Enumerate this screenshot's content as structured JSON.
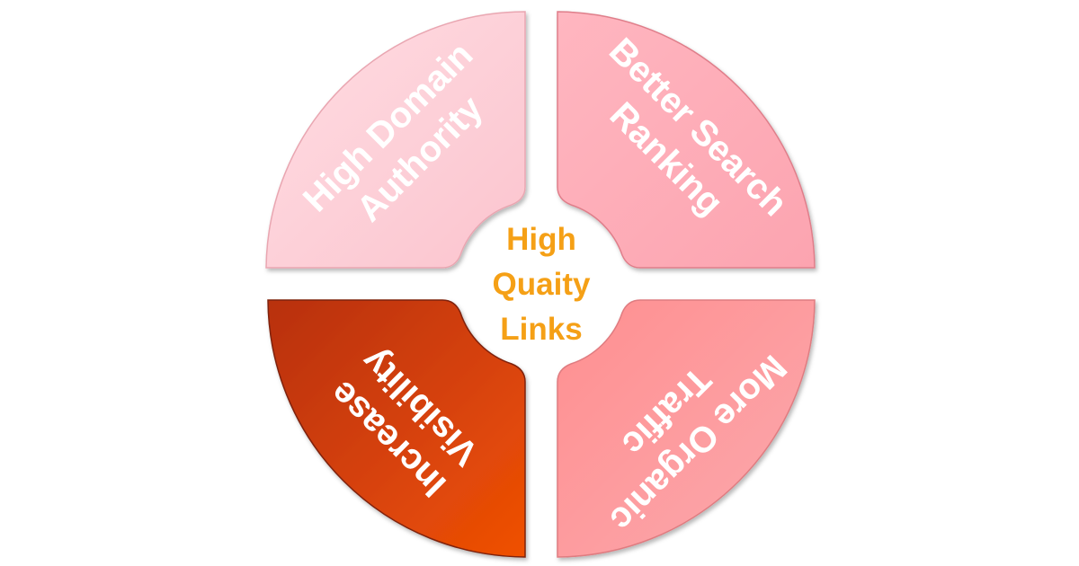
{
  "center": {
    "lines": [
      "High",
      "Quaity",
      "Links"
    ],
    "color": "#f5a016"
  },
  "segments": [
    {
      "id": "top-left",
      "lines": [
        "High Domain",
        "Authority"
      ],
      "color_light": "#ffdde3",
      "color_dark": "#fbc4ce",
      "edge": "#e9a6b1"
    },
    {
      "id": "top-right",
      "lines": [
        "Better Search",
        "Ranking"
      ],
      "color_light": "#ffb6c0",
      "color_dark": "#fca4b0",
      "edge": "#df7e8a"
    },
    {
      "id": "bottom-right",
      "lines": [
        "More Organic",
        "Traffic"
      ],
      "color_light": "#ff8f90",
      "color_dark": "#fba9ae",
      "edge": "#df7b80"
    },
    {
      "id": "bottom-left",
      "lines": [
        "Increase",
        "Visibility"
      ],
      "color_light": "#b83010",
      "color_dark": "#f05104",
      "edge": "#7e2008"
    }
  ]
}
